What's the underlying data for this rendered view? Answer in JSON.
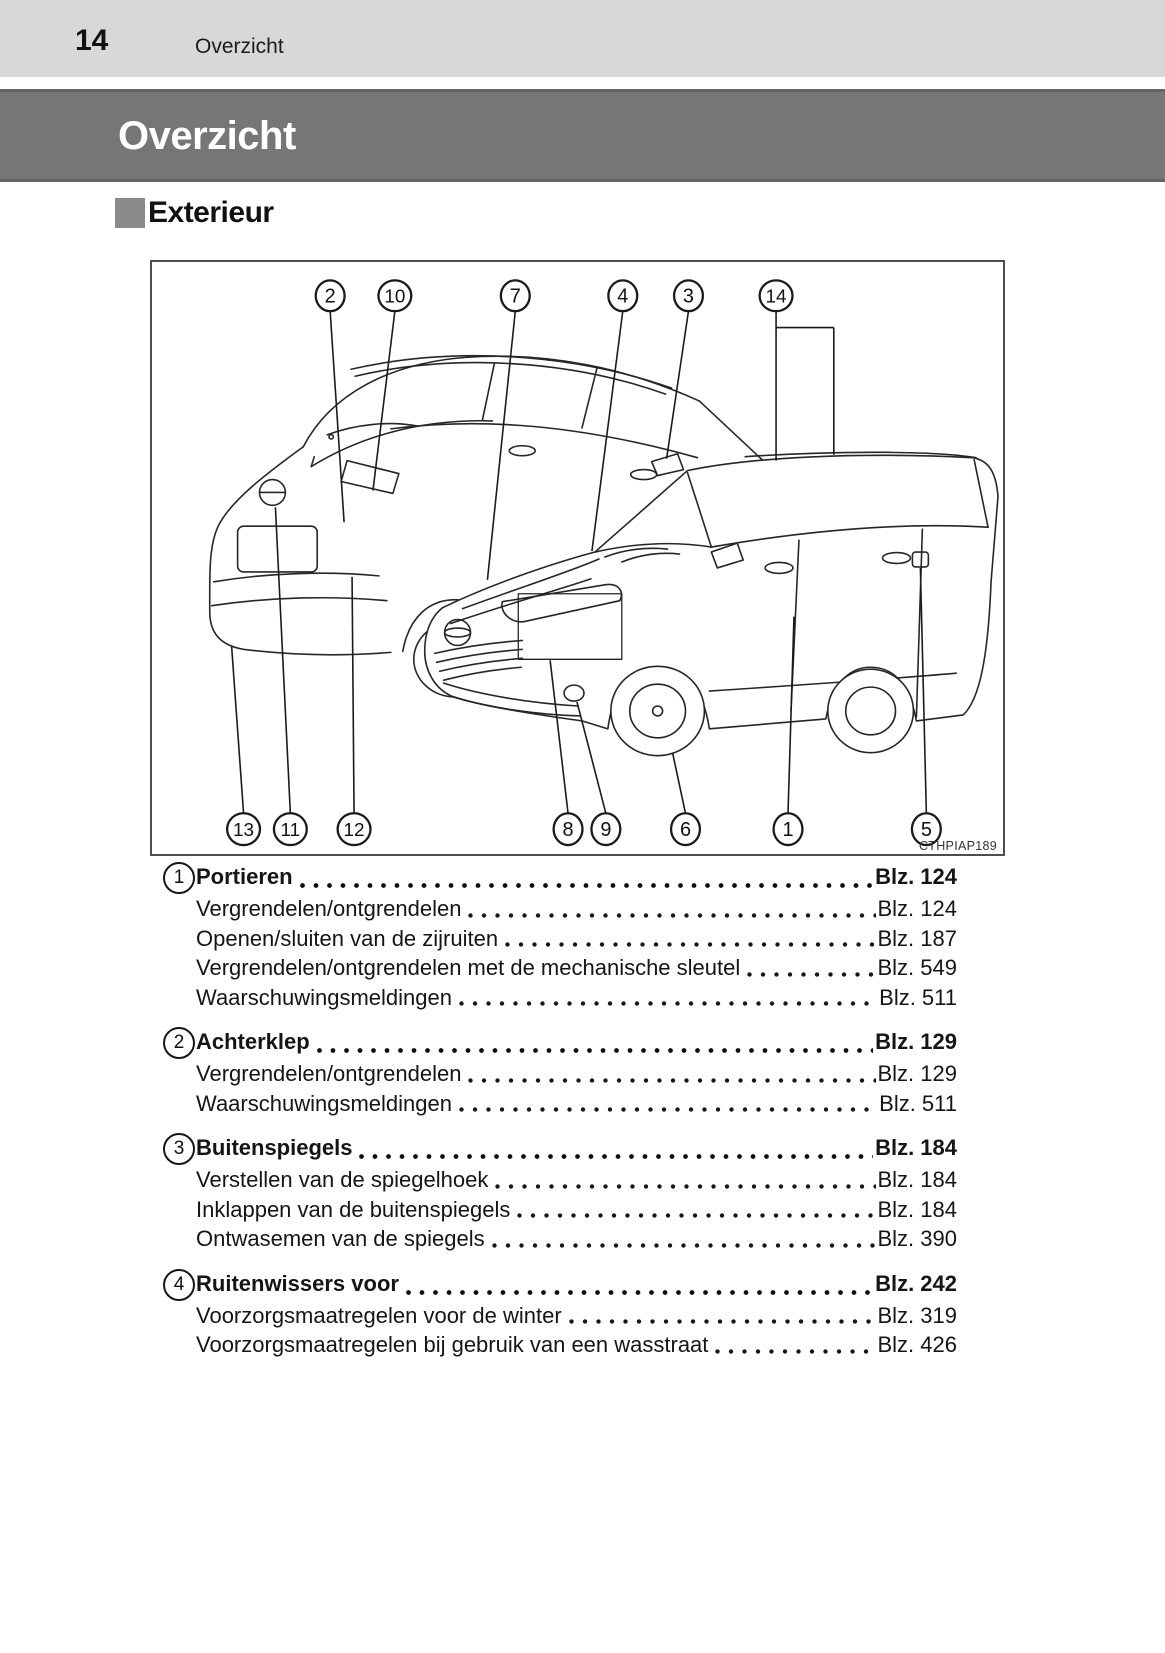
{
  "page": {
    "number": "14",
    "running_header": "Overzicht",
    "chapter_title": "Overzicht",
    "section_title": "Exterieur"
  },
  "diagram": {
    "figure_code": "CTHPIAP189",
    "callouts": {
      "top": [
        "2",
        "10",
        "7",
        "4",
        "3",
        "14"
      ],
      "bottom": [
        "13",
        "11",
        "12",
        "8",
        "9",
        "6",
        "1",
        "5"
      ]
    }
  },
  "toc": {
    "items": [
      {
        "num": "1",
        "title": "Portieren",
        "page": "Blz. 124",
        "subs": [
          {
            "label": "Vergrendelen/ontgrendelen",
            "page": "Blz. 124"
          },
          {
            "label": "Openen/sluiten van de zijruiten",
            "page": "Blz. 187"
          },
          {
            "label": "Vergrendelen/ontgrendelen met de mechanische sleutel",
            "page": "Blz. 549"
          },
          {
            "label": "Waarschuwingsmeldingen",
            "page": "Blz. 511"
          }
        ]
      },
      {
        "num": "2",
        "title": "Achterklep",
        "page": "Blz. 129",
        "subs": [
          {
            "label": "Vergrendelen/ontgrendelen",
            "page": "Blz. 129"
          },
          {
            "label": "Waarschuwingsmeldingen",
            "page": "Blz. 511"
          }
        ]
      },
      {
        "num": "3",
        "title": "Buitenspiegels",
        "page": "Blz. 184",
        "subs": [
          {
            "label": "Verstellen van de spiegelhoek",
            "page": "Blz. 184"
          },
          {
            "label": "Inklappen van de buitenspiegels",
            "page": "Blz. 184"
          },
          {
            "label": "Ontwasemen van de spiegels",
            "page": "Blz. 390"
          }
        ]
      },
      {
        "num": "4",
        "title": "Ruitenwissers voor",
        "page": "Blz. 242",
        "subs": [
          {
            "label": "Voorzorgsmaatregelen voor de winter",
            "page": "Blz. 319"
          },
          {
            "label": "Voorzorgsmaatregelen bij gebruik van een wasstraat",
            "page": "Blz. 426"
          }
        ]
      }
    ]
  },
  "colors": {
    "header_bar": "#d8d8d8",
    "banner": "#767676",
    "banner_text": "#ffffff",
    "body_text": "#151515",
    "bullet_square": "#8a8a8a",
    "line_art": "#262626"
  }
}
